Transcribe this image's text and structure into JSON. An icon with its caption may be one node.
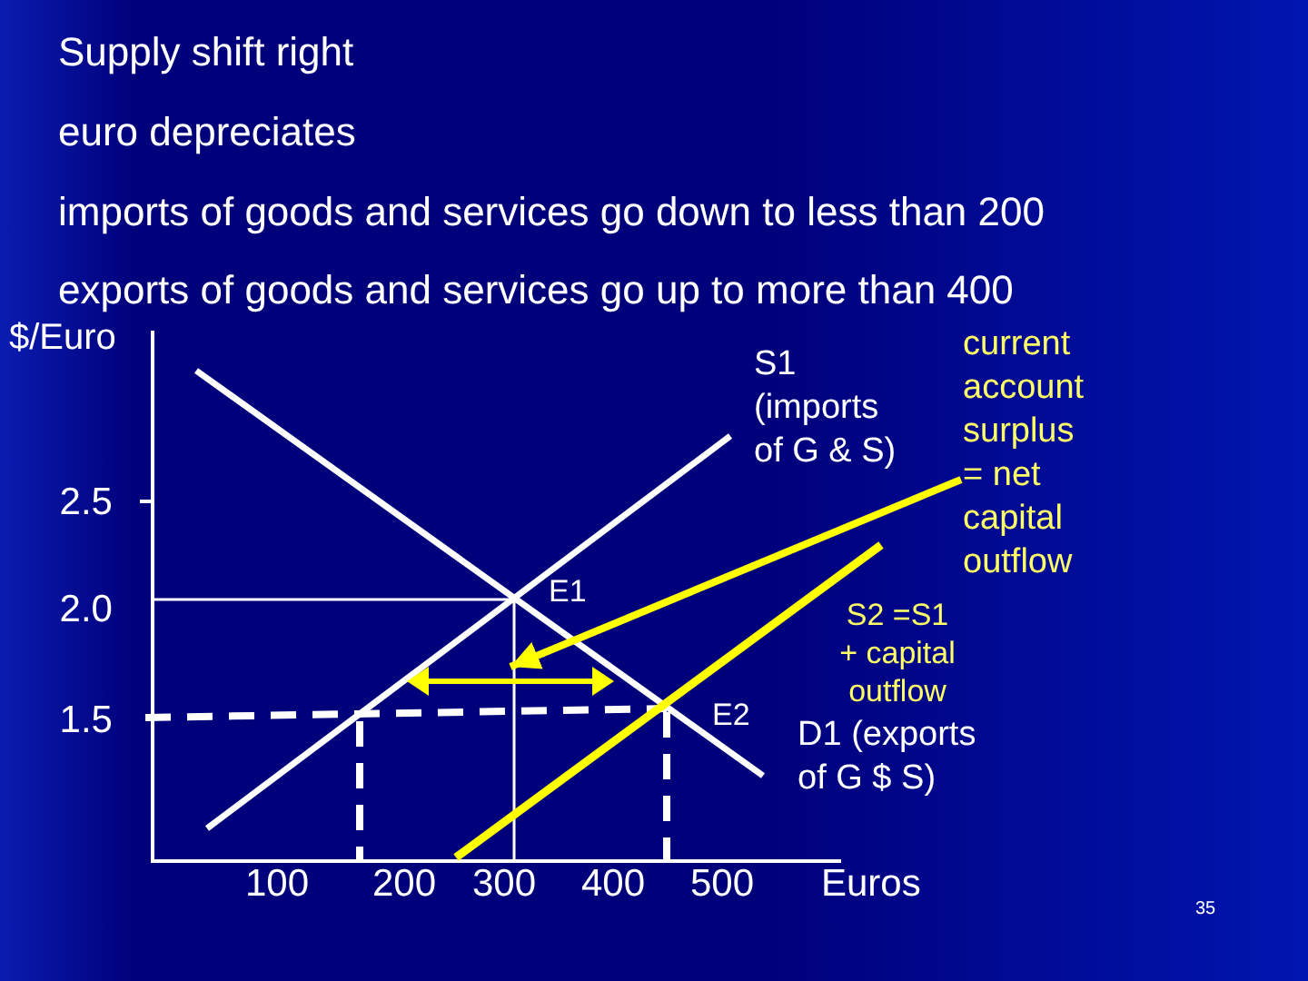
{
  "diagram": {
    "nodes": [
      {
        "text": [
          "current account surplus = net capital outflow"
        ]
      },
      {
        "text": [],
        "shape": "arrow"
      }
    ],
    "edges": [
      {
        "from": 0,
        "to": 1,
        "arrow": "to"
      }
    ],
    "labels": [
      "Supply shift right",
      "euro depreciates",
      "imports of goods and services go down to less than 200",
      "exports of goods and services go up to more than 400",
      "$/Euro",
      "S1 (imports of G & S)",
      "2.5",
      "2.0",
      "E1",
      "S2 =S1 + capital outflow",
      "1.5",
      "E2",
      "D1 (exports of G $ S)",
      "100",
      "200",
      "300",
      "400",
      "500",
      "Euros",
      "35"
    ]
  }
}
